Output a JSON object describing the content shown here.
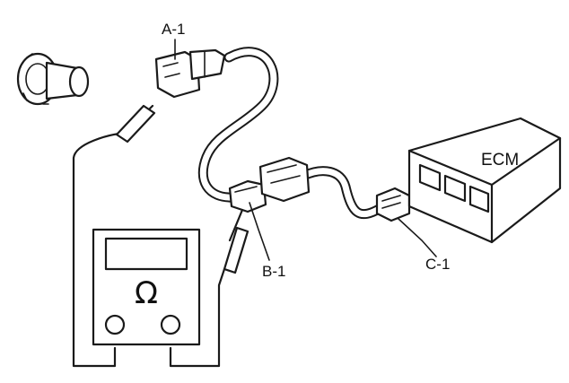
{
  "labels": {
    "sensor_connector": "A-1",
    "meter_connector": "B-1",
    "ecm_connector": "C-1",
    "ecm": "ECM"
  },
  "meter": {
    "symbol": "Ω"
  }
}
